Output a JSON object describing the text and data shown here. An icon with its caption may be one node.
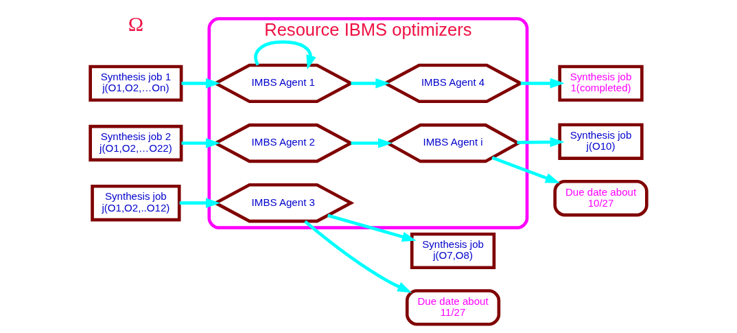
{
  "diagram": {
    "nodes": [
      {
        "text": [
          "Resource IBMS optimizers"
        ]
      },
      {
        "text": [
          "Synthesis job 1 j(O1,O2,…On)"
        ]
      },
      {
        "text": [
          "Synthesis job 2 j(O1,O2,…O22)"
        ]
      },
      {
        "text": [
          "Synthesis job j(O1,O2,..O12)"
        ]
      },
      {
        "text": [
          "IMBS Agent 1"
        ],
        "in": 0
      },
      {
        "text": [
          "IMBS Agent 2"
        ],
        "in": 0
      },
      {
        "text": [
          "IMBS Agent 4"
        ],
        "in": 0
      },
      {
        "text": [
          "IMBS Agent i"
        ],
        "in": 0
      },
      {
        "text": [
          "IMBS Agent 3"
        ],
        "in": 0
      },
      {
        "text": [
          "Synthesis job j(O7,O8)"
        ]
      },
      {
        "text": [
          "Synthesis job j(O10)"
        ]
      },
      {
        "text": [
          "Synthesis job 1(completed)"
        ]
      },
      {
        "text": [
          "Due date about 10/27"
        ]
      },
      {
        "text": [
          "Due date about 11/27"
        ]
      }
    ],
    "edges": [
      {
        "from": 1,
        "to": 4,
        "arrow": "to"
      },
      {
        "from": 4,
        "to": 4,
        "arrow": "to"
      },
      {
        "from": 4,
        "to": 6,
        "arrow": "to"
      },
      {
        "from": 6,
        "to": 11,
        "arrow": "to"
      },
      {
        "from": 2,
        "to": 5,
        "arrow": "to"
      },
      {
        "from": 5,
        "to": 7,
        "arrow": "to"
      },
      {
        "from": 7,
        "to": 12,
        "arrow": "to"
      },
      {
        "from": 7,
        "to": 10,
        "arrow": "to"
      },
      {
        "from": 3,
        "to": 8,
        "arrow": "to"
      },
      {
        "from": 8,
        "to": 13,
        "arrow": "to"
      },
      {
        "from": 8,
        "to": 9,
        "arrow": "to"
      }
    ],
    "labels": [
      "Ω"
    ]
  }
}
